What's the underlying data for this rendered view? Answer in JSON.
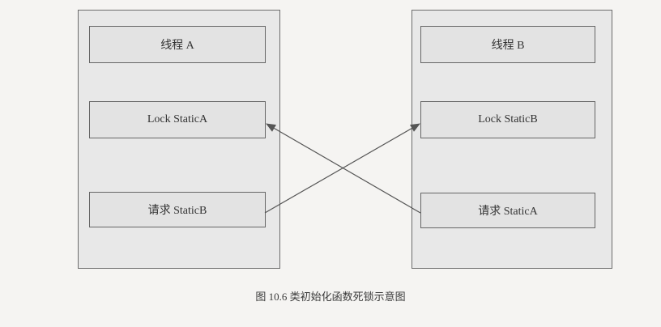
{
  "diagram": {
    "left_panel": {
      "thread_label": "线程 A",
      "lock_label": "Lock StaticA",
      "request_label": "请求 StaticB"
    },
    "right_panel": {
      "thread_label": "线程 B",
      "lock_label": "Lock StaticB",
      "request_label": "请求 StaticA"
    },
    "caption": "图 10.6  类初始化函数死锁示意图"
  },
  "colors": {
    "background": "#f5f4f2",
    "panel_fill": "#e8e8e8",
    "box_fill": "#e3e3e3",
    "border": "#666666",
    "arrow": "#555555"
  }
}
